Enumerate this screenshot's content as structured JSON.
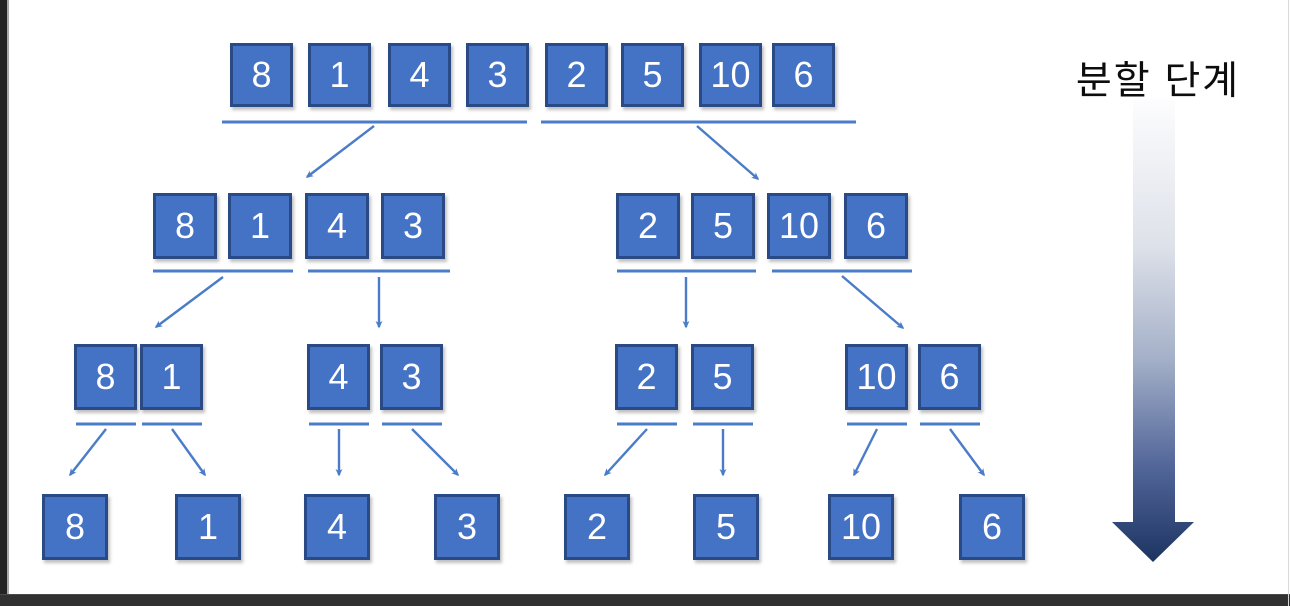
{
  "title": {
    "label": "분할 단계"
  },
  "colors": {
    "box_fill": "#4472c4",
    "box_border": "#2a4a85",
    "line": "#4a7cc7",
    "gradient_arrow_top": "#fdfdfe",
    "gradient_arrow_mid": "#a5b1c9",
    "gradient_arrow_bottom": "#1d3462",
    "label_color": "#0d0d0d"
  },
  "tree": {
    "levels": [
      {
        "name": "level-1",
        "groups": [
          [
            "8",
            "1",
            "4",
            "3"
          ],
          [
            "2",
            "5",
            "10",
            "6"
          ]
        ]
      },
      {
        "name": "level-2",
        "groups": [
          [
            "8",
            "1"
          ],
          [
            "4",
            "3"
          ],
          [
            "2",
            "5"
          ],
          [
            "10",
            "6"
          ]
        ]
      },
      {
        "name": "level-3",
        "groups": [
          [
            "8",
            "1"
          ],
          [
            "4",
            "3"
          ],
          [
            "2",
            "5"
          ],
          [
            "10",
            "6"
          ]
        ]
      },
      {
        "name": "level-4",
        "groups": [
          [
            "8"
          ],
          [
            "1"
          ],
          [
            "4"
          ],
          [
            "3"
          ],
          [
            "2"
          ],
          [
            "5"
          ],
          [
            "10"
          ],
          [
            "6"
          ]
        ]
      }
    ]
  }
}
